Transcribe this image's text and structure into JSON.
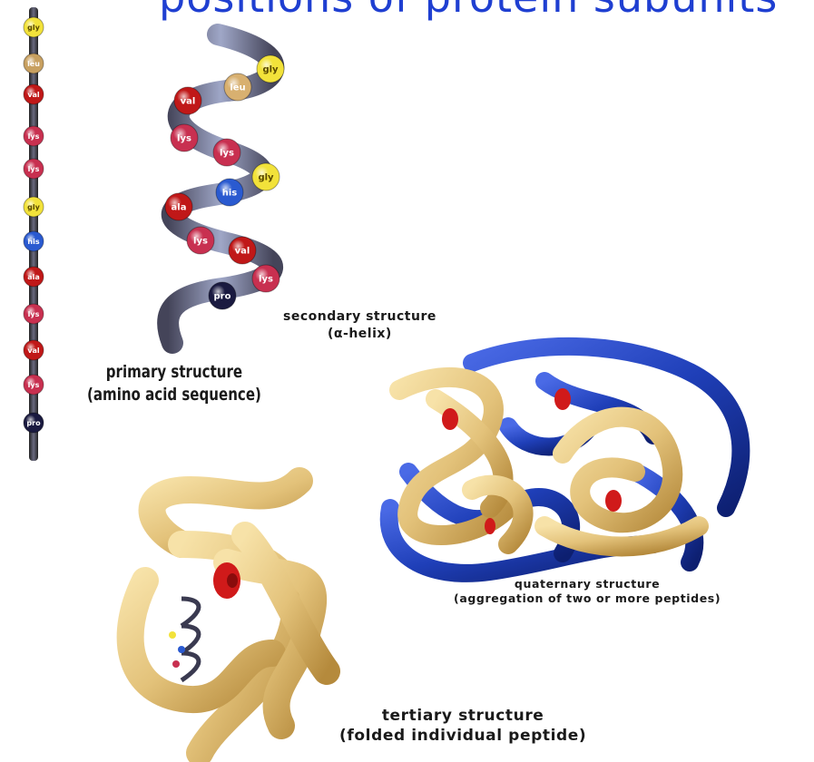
{
  "title": "positions of protein subunits",
  "primary": {
    "line1": "primary structure",
    "line2": "(amino acid sequence)",
    "residues": [
      {
        "label": "gly",
        "color": "#f2e23a",
        "text": "#5a4a00"
      },
      {
        "label": "leu",
        "color": "#c8a060",
        "text": "#ffffff"
      },
      {
        "label": "val",
        "color": "#c01818",
        "text": "#ffffff"
      },
      {
        "label": "lys",
        "color": "#c83050",
        "text": "#ffffff"
      },
      {
        "label": "lys",
        "color": "#c83050",
        "text": "#ffffff"
      },
      {
        "label": "gly",
        "color": "#f2e23a",
        "text": "#5a4a00"
      },
      {
        "label": "his",
        "color": "#2a5ad0",
        "text": "#ffffff"
      },
      {
        "label": "ala",
        "color": "#c01818",
        "text": "#ffffff"
      },
      {
        "label": "lys",
        "color": "#c83050",
        "text": "#ffffff"
      },
      {
        "label": "val",
        "color": "#c01818",
        "text": "#ffffff"
      },
      {
        "label": "lys",
        "color": "#c83050",
        "text": "#ffffff"
      },
      {
        "label": "pro",
        "color": "#1a1a40",
        "text": "#ffffff"
      }
    ]
  },
  "secondary": {
    "line1": "secondary structure",
    "line2": "(α-helix)",
    "residues": [
      {
        "label": "gly",
        "color": "#f2e23a",
        "text": "#5a4a00"
      },
      {
        "label": "leu",
        "color": "#d8b070",
        "text": "#ffffff"
      },
      {
        "label": "val",
        "color": "#c01818",
        "text": "#ffffff"
      },
      {
        "label": "lys",
        "color": "#c83050",
        "text": "#ffffff"
      },
      {
        "label": "lys",
        "color": "#c83050",
        "text": "#ffffff"
      },
      {
        "label": "gly",
        "color": "#f2e23a",
        "text": "#5a4a00"
      },
      {
        "label": "his",
        "color": "#2a5ad0",
        "text": "#ffffff"
      },
      {
        "label": "ala",
        "color": "#c01818",
        "text": "#ffffff"
      },
      {
        "label": "lys",
        "color": "#c83050",
        "text": "#ffffff"
      },
      {
        "label": "val",
        "color": "#c01818",
        "text": "#ffffff"
      },
      {
        "label": "lys",
        "color": "#c83050",
        "text": "#ffffff"
      },
      {
        "label": "pro",
        "color": "#1a1a40",
        "text": "#ffffff"
      }
    ]
  },
  "tertiary": {
    "line1": "tertiary structure",
    "line2": "(folded individual peptide)"
  },
  "quaternary": {
    "line1": "quaternary structure",
    "line2": "(aggregation of two or more peptides)"
  },
  "colors": {
    "title": "#1f3fd1",
    "backbone_gold": "#e3c27a",
    "backbone_blue": "#1f3fb8",
    "helix_ribbon": "#7c86b0",
    "heme_red": "#d01a1a"
  }
}
